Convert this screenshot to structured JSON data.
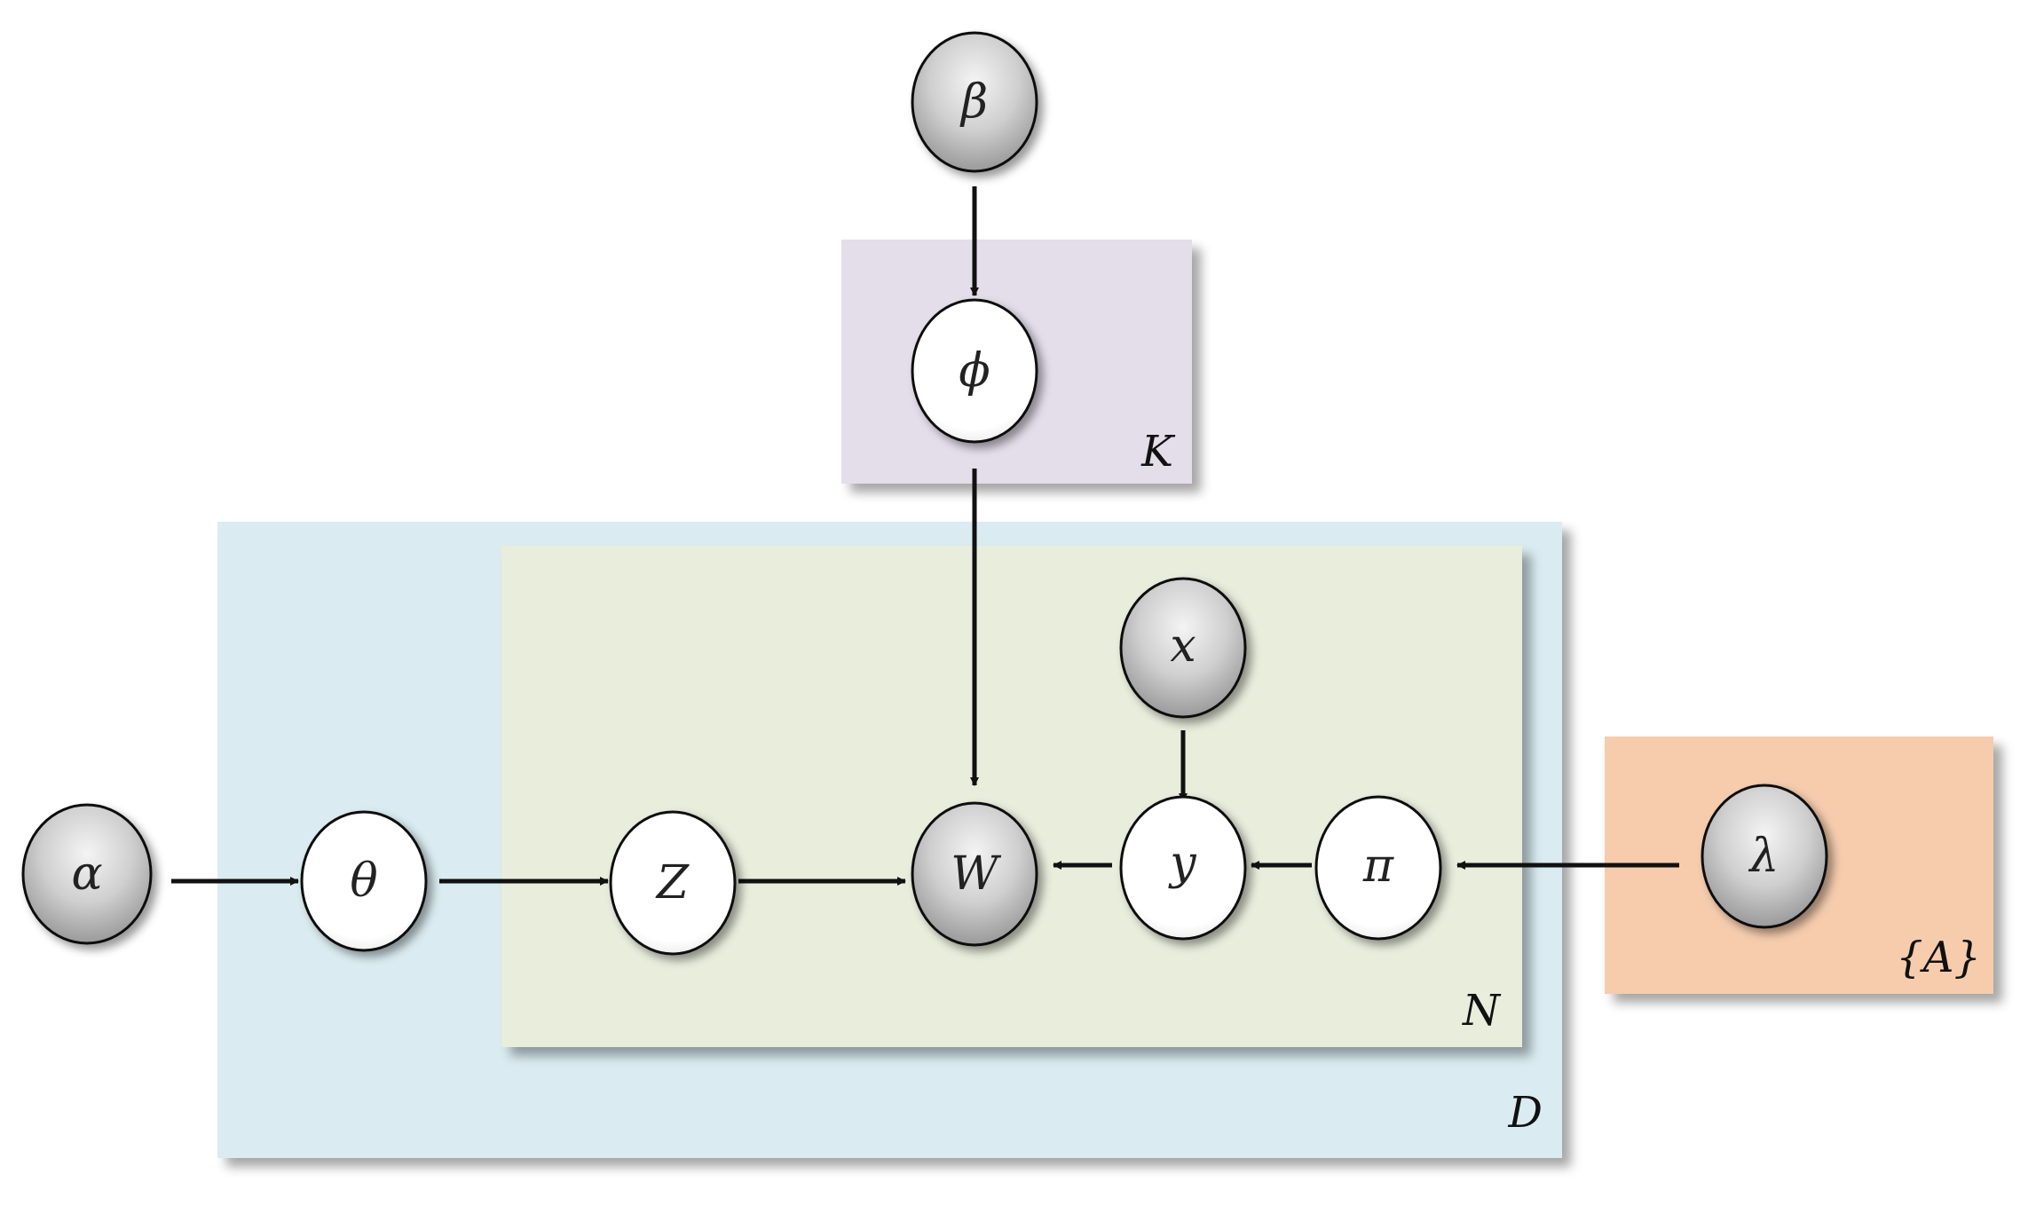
{
  "colors": {
    "plate_K": "#e4deeb",
    "plate_D": "#daecf1",
    "plate_N": "#e9eddc",
    "plate_A": "#f6ccad",
    "observed_node": "#c8c8c8",
    "latent_node": "#ffffff",
    "edge": "#111111"
  },
  "plates": {
    "K": {
      "label": "K"
    },
    "D": {
      "label": "D"
    },
    "N": {
      "label": "N"
    },
    "A": {
      "label": "{A}"
    }
  },
  "nodes": {
    "beta": {
      "label": "β",
      "observed": true
    },
    "phi": {
      "label": "ϕ",
      "observed": false
    },
    "alpha": {
      "label": "α",
      "observed": true
    },
    "theta": {
      "label": "θ",
      "observed": false
    },
    "z": {
      "label": "Z",
      "observed": false
    },
    "w": {
      "label": "W",
      "observed": true
    },
    "x": {
      "label": "x",
      "observed": true
    },
    "y": {
      "label": "y",
      "observed": false
    },
    "pi": {
      "label": "π",
      "observed": false
    },
    "lambda": {
      "label": "λ",
      "observed": true
    }
  },
  "edges": [
    {
      "from": "beta",
      "to": "phi"
    },
    {
      "from": "phi",
      "to": "w"
    },
    {
      "from": "alpha",
      "to": "theta"
    },
    {
      "from": "theta",
      "to": "z"
    },
    {
      "from": "z",
      "to": "w"
    },
    {
      "from": "x",
      "to": "y"
    },
    {
      "from": "y",
      "to": "w"
    },
    {
      "from": "pi",
      "to": "y"
    },
    {
      "from": "lambda",
      "to": "pi"
    }
  ]
}
